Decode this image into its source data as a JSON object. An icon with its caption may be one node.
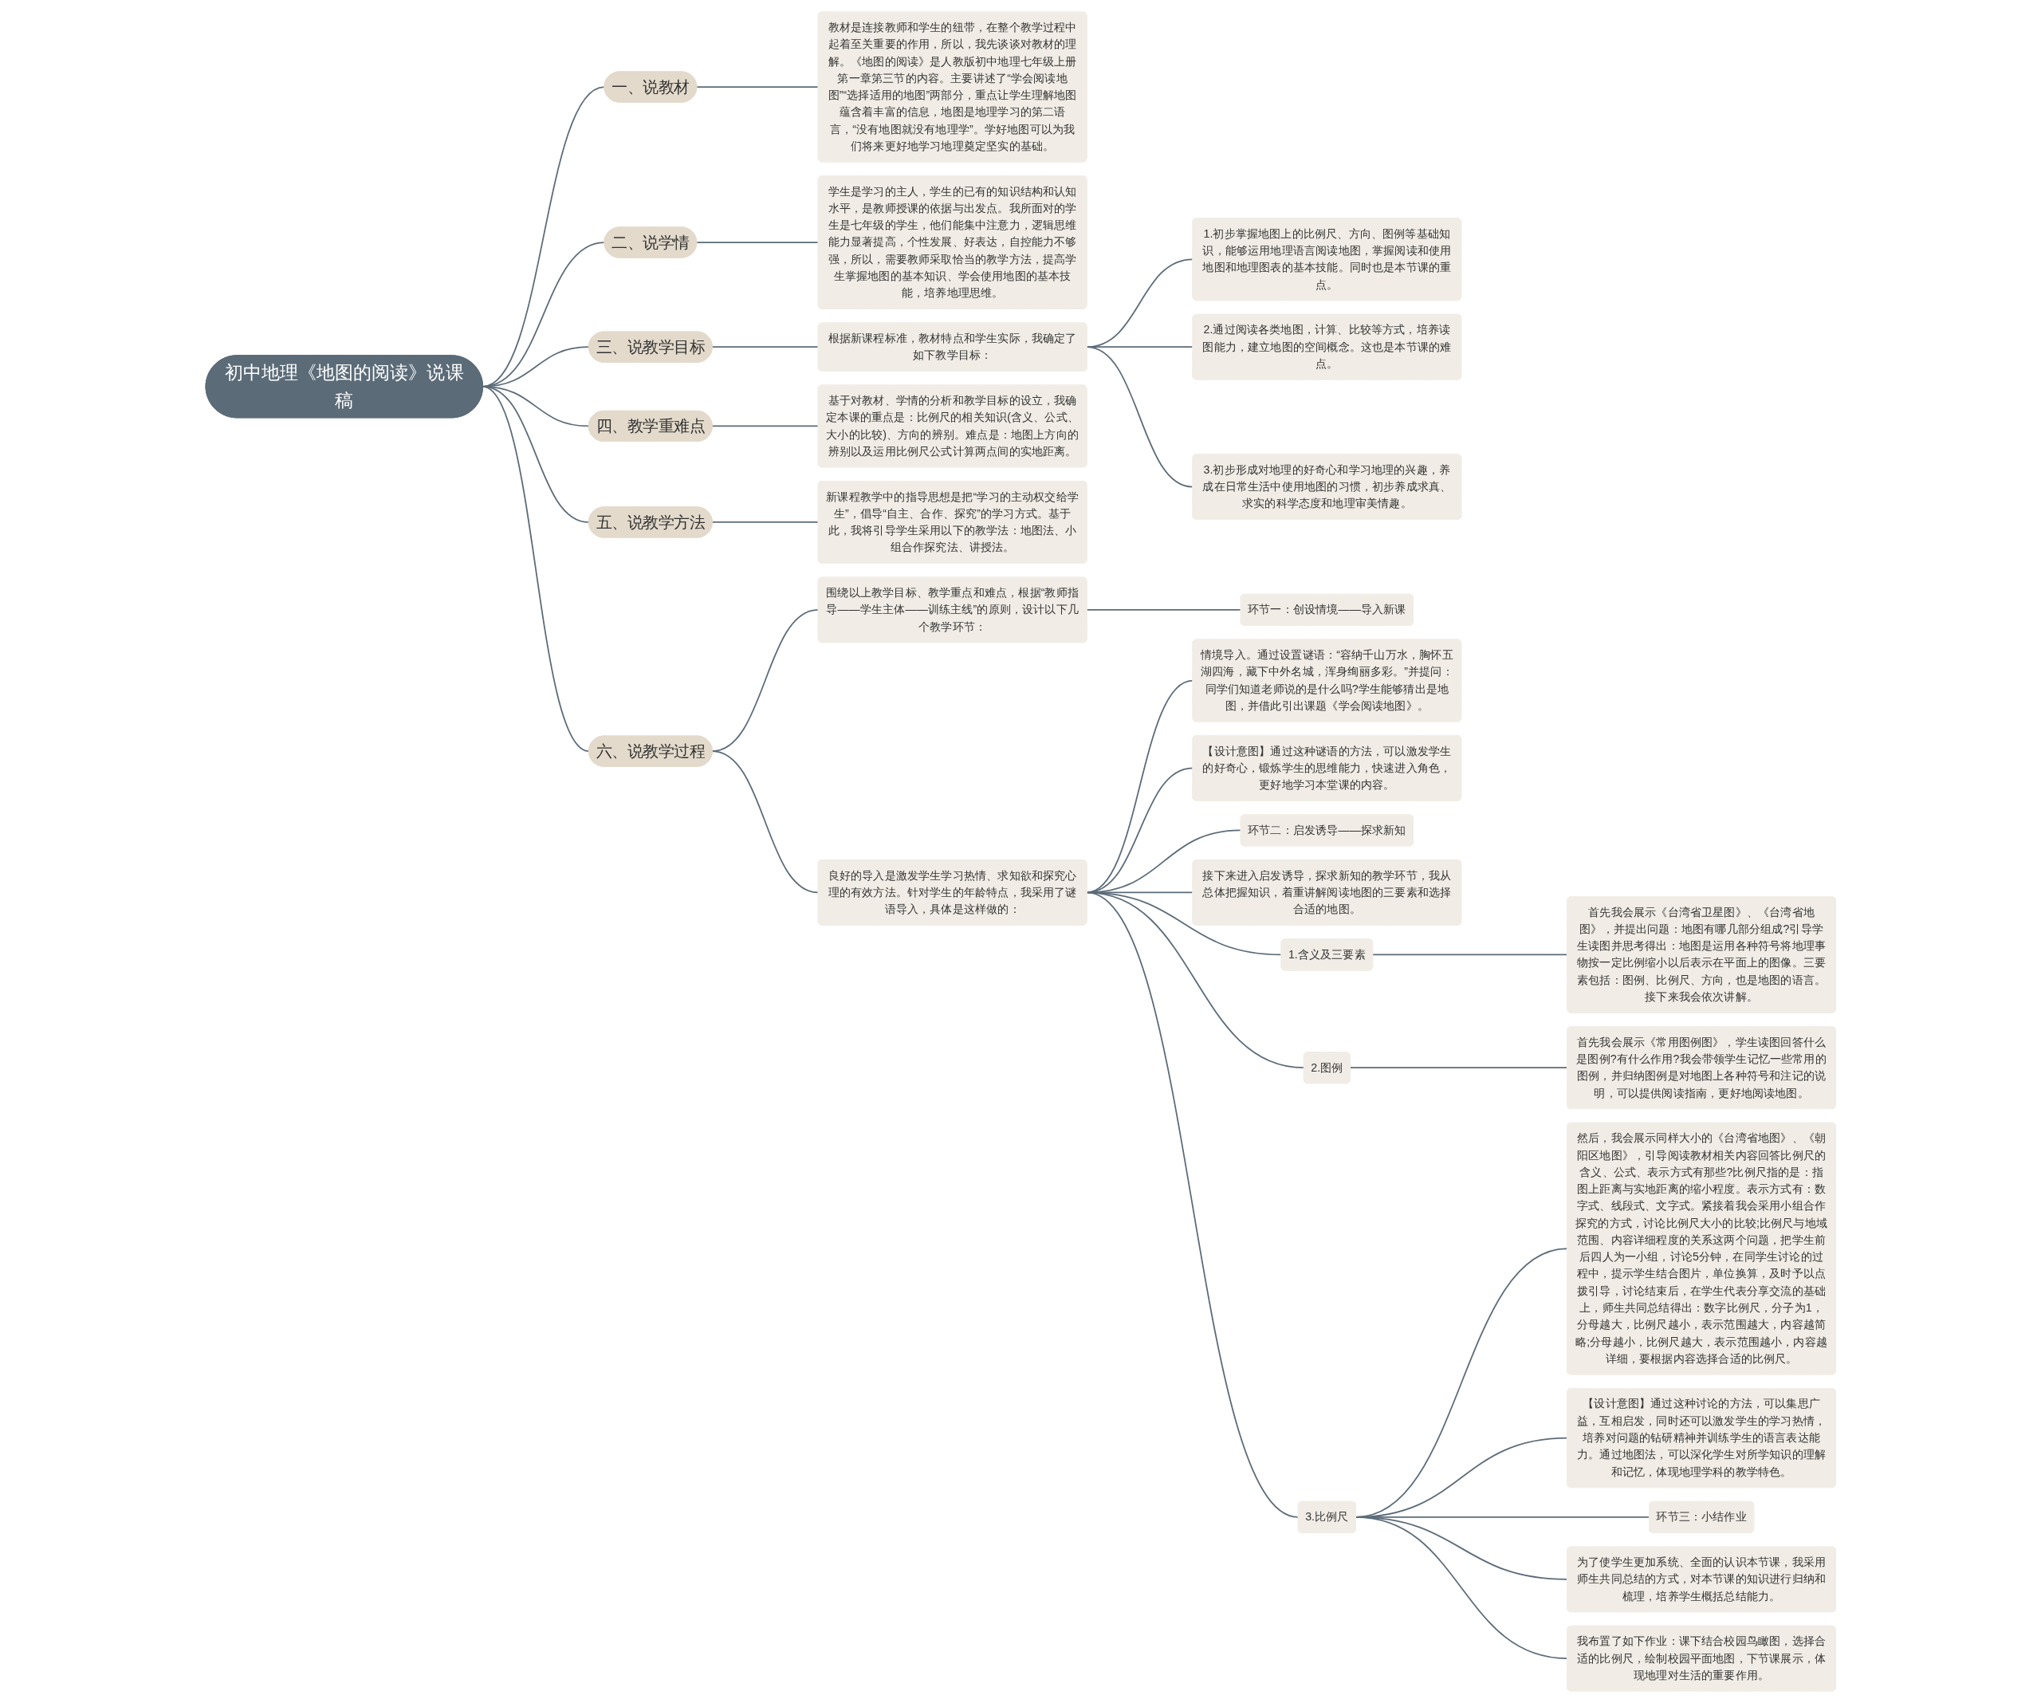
{
  "diagram": {
    "nodes": [
      {
        "text": [
          "初中地理《地图的阅读》说课稿"
        ]
      },
      {
        "text": [
          "一、说教材"
        ]
      },
      {
        "text": [
          "教材是连接教师和学生的纽带，在整个教学过程中起着至关重要的作用，所以，我先谈谈对教材的理解。《地图的阅读》是人教版初中地理七年级上册第一章第三节的内容。主要讲述了“学会阅读地图”“选择适用的地图”两部分，重点让学生理解地图蕴含着丰富的信息，地图是地理学习的第二语言，“没有地图就没有地理学”。学好地图可以为我们将来更好地学习地理奠定坚实的基础。"
        ]
      },
      {
        "text": [
          "二、说学情"
        ]
      },
      {
        "text": [
          "学生是学习的主人，学生的已有的知识结构和认知水平，是教师授课的依据与出发点。我所面对的学生是七年级的学生，他们能集中注意力，逻辑思维能力显著提高，个性发展、好表达，自控能力不够强，所以，需要教师采取恰当的教学方法，提高学生掌握地图的基本知识、学会使用地图的基本技能，培养地理思维。"
        ]
      },
      {
        "text": [
          "三、说教学目标"
        ]
      },
      {
        "text": [
          "根据新课程标准，教材特点和学生实际，我确定了如下教学目标："
        ]
      },
      {
        "text": [
          "1.初步掌握地图上的比例尺、方向、图例等基础知识，能够运用地理语言阅读地图，掌握阅读和使用地图和地理图表的基本技能。同时也是本节课的重点。"
        ]
      },
      {
        "text": [
          "2.通过阅读各类地图，计算、比较等方式，培养读图能力，建立地图的空间概念。这也是本节课的难点。"
        ]
      },
      {
        "text": [
          "3.初步形成对地理的好奇心和学习地理的兴趣，养成在日常生活中使用地图的习惯，初步养成求真、求实的科学态度和地理审美情趣。"
        ]
      },
      {
        "text": [
          "四、教学重难点"
        ]
      },
      {
        "text": [
          "基于对教材、学情的分析和教学目标的设立，我确定本课的重点是：比例尺的相关知识(含义、公式、大小的比较)、方向的辨别。难点是：地图上方向的辨别以及运用比例尺公式计算两点间的实地距离。"
        ]
      },
      {
        "text": [
          "五、说教学方法"
        ]
      },
      {
        "text": [
          "新课程教学中的指导思想是把“学习的主动权交给学生”，倡导“自主、合作、探究”的学习方式。基于此，我将引导学生采用以下的教学法：地图法、小组合作探究法、讲授法。"
        ]
      },
      {
        "text": [
          "六、说教学过程"
        ]
      },
      {
        "text": [
          "围绕以上教学目标、教学重点和难点，根据“教师指导——学生主体——训练主线”的原则，设计以下几个教学环节："
        ]
      },
      {
        "text": [
          "环节一：创设情境——导入新课"
        ]
      },
      {
        "text": [
          "良好的导入是激发学生学习热情、求知欲和探究心理的有效方法。针对学生的年龄特点，我采用了谜语导入，具体是这样做的："
        ]
      },
      {
        "text": [
          "情境导入。通过设置谜语：“容纳千山万水，胸怀五湖四海，藏下中外名城，浑身绚丽多彩。”并提问：同学们知道老师说的是什么吗?学生能够猜出是地图，并借此引出课题《学会阅读地图》。"
        ]
      },
      {
        "text": [
          "【设计意图】通过这种谜语的方法，可以激发学生的好奇心，锻炼学生的思维能力，快速进入角色，更好地学习本堂课的内容。"
        ]
      },
      {
        "text": [
          "环节二：启发诱导——探求新知"
        ]
      },
      {
        "text": [
          "接下来进入启发诱导，探求新知的教学环节，我从总体把握知识，着重讲解阅读地图的三要素和选择合适的地图。"
        ]
      },
      {
        "text": [
          "1.含义及三要素"
        ]
      },
      {
        "text": [
          "首先我会展示《台湾省卫星图》、《台湾省地图》，并提出问题：地图有哪几部分组成?引导学生读图并思考得出：地图是运用各种符号将地理事物按一定比例缩小以后表示在平面上的图像。三要素包括：图例、比例尺、方向，也是地图的语言。接下来我会依次讲解。"
        ]
      },
      {
        "text": [
          "2.图例"
        ]
      },
      {
        "text": [
          "首先我会展示《常用图例图》，学生读图回答什么是图例?有什么作用?我会带领学生记忆一些常用的图例，并归纳图例是对地图上各种符号和注记的说明，可以提供阅读指南，更好地阅读地图。"
        ]
      },
      {
        "text": [
          "3.比例尺"
        ]
      },
      {
        "text": [
          "然后，我会展示同样大小的《台湾省地图》、《朝阳区地图》，引导阅读教材相关内容回答比例尺的含义、公式、表示方式有那些?比例尺指的是：指图上距离与实地距离的缩小程度。表示方式有：数字式、线段式、文字式。紧接着我会采用小组合作探究的方式，讨论比例尺大小的比较;比例尺与地域范围、内容详细程度的关系这两个问题，把学生前后四人为一小组，讨论5分钟，在同学生讨论的过程中，提示学生结合图片，单位换算，及时予以点拨引导，讨论结束后，在学生代表分享交流的基础上，师生共同总结得出：数字比例尺，分子为1，分母越大，比例尺越小，表示范围越大，内容越简略;分母越小，比例尺越大，表示范围越小，内容越详细，要根据内容选择合适的比例尺。"
        ]
      },
      {
        "text": [
          "【设计意图】通过这种讨论的方法，可以集思广益，互相启发，同时还可以激发学生的学习热情，培养对问题的钻研精神并训练学生的语言表达能力。通过地图法，可以深化学生对所学知识的理解和记忆，体现地理学科的教学特色。"
        ]
      },
      {
        "text": [
          "环节三：小结作业"
        ]
      },
      {
        "text": [
          "为了使学生更加系统、全面的认识本节课，我采用师生共同总结的方式，对本节课的知识进行归纳和梳理，培养学生概括总结能力。"
        ]
      },
      {
        "text": [
          "我布置了如下作业：课下结合校园鸟瞰图，选择合适的比例尺，绘制校园平面地图，下节课展示，体现地理对生活的重要作用。"
        ]
      }
    ],
    "edges": [
      {
        "from": 0,
        "to": 1,
        "arrow": "none"
      },
      {
        "from": 1,
        "to": 2,
        "arrow": "none"
      },
      {
        "from": 0,
        "to": 3,
        "arrow": "none"
      },
      {
        "from": 3,
        "to": 4,
        "arrow": "none"
      },
      {
        "from": 0,
        "to": 5,
        "arrow": "none"
      },
      {
        "from": 5,
        "to": 6,
        "arrow": "none"
      },
      {
        "from": 6,
        "to": 7,
        "arrow": "none"
      },
      {
        "from": 6,
        "to": 8,
        "arrow": "none"
      },
      {
        "from": 6,
        "to": 9,
        "arrow": "none"
      },
      {
        "from": 0,
        "to": 10,
        "arrow": "none"
      },
      {
        "from": 10,
        "to": 11,
        "arrow": "none"
      },
      {
        "from": 0,
        "to": 12,
        "arrow": "none"
      },
      {
        "from": 12,
        "to": 13,
        "arrow": "none"
      },
      {
        "from": 0,
        "to": 14,
        "arrow": "none"
      },
      {
        "from": 14,
        "to": 15,
        "arrow": "none"
      },
      {
        "from": 15,
        "to": 16,
        "arrow": "none"
      },
      {
        "from": 14,
        "to": 17,
        "arrow": "none"
      },
      {
        "from": 17,
        "to": 18,
        "arrow": "none"
      },
      {
        "from": 17,
        "to": 19,
        "arrow": "none"
      },
      {
        "from": 17,
        "to": 20,
        "arrow": "none"
      },
      {
        "from": 17,
        "to": 21,
        "arrow": "none"
      },
      {
        "from": 17,
        "to": 22,
        "arrow": "none"
      },
      {
        "from": 22,
        "to": 23,
        "arrow": "none"
      },
      {
        "from": 17,
        "to": 24,
        "arrow": "none"
      },
      {
        "from": 24,
        "to": 25,
        "arrow": "none"
      },
      {
        "from": 17,
        "to": 26,
        "arrow": "none"
      },
      {
        "from": 26,
        "to": 27,
        "arrow": "none"
      },
      {
        "from": 26,
        "to": 28,
        "arrow": "none"
      },
      {
        "from": 26,
        "to": 29,
        "arrow": "none"
      },
      {
        "from": 26,
        "to": 30,
        "arrow": "none"
      },
      {
        "from": 26,
        "to": 31,
        "arrow": "none"
      }
    ]
  }
}
